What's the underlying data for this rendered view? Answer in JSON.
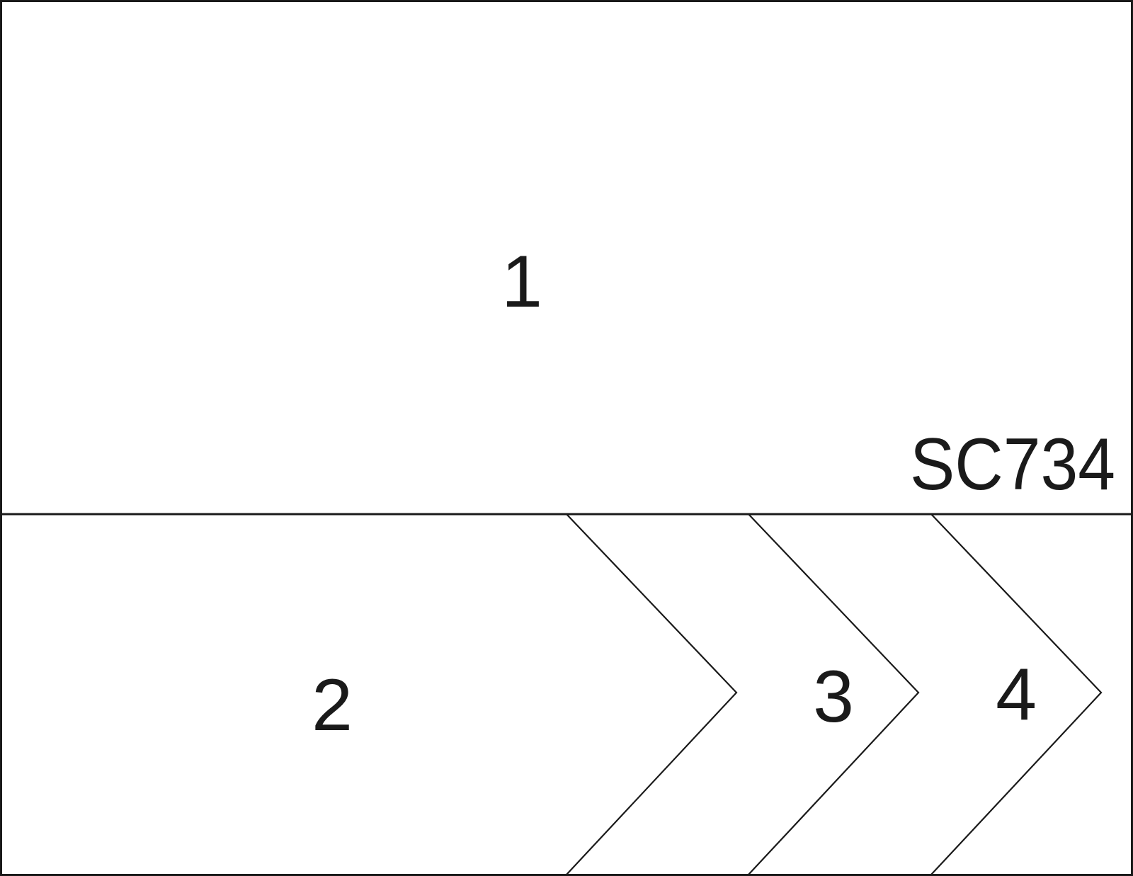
{
  "sketch": {
    "code": "SC734",
    "panels": [
      {
        "label": "1"
      },
      {
        "label": "2"
      },
      {
        "label": "3"
      },
      {
        "label": "4"
      }
    ]
  },
  "colors": {
    "background": "#ffffff",
    "line": "#1a1a1a",
    "text": "#1a1a1a"
  }
}
